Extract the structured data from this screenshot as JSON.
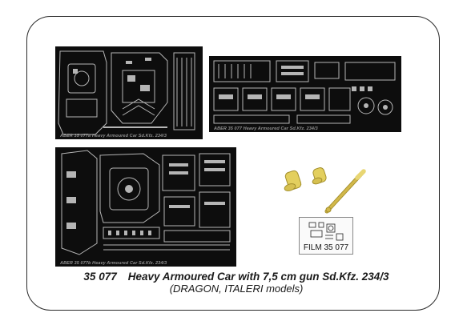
{
  "frets": {
    "a": {
      "label": "ABER   35 077a   Heavy Armoured Car Sd.Kfz. 234/3"
    },
    "b": {
      "label": "ABER   35 077   Heavy Armoured Car Sd.Kfz. 234/3"
    },
    "c": {
      "label": "ABER   35 077b   Heavy Armoured Car Sd.Kfz. 234/3"
    }
  },
  "film": {
    "label": "FILM 35 077"
  },
  "caption": {
    "code": "35 077",
    "title": "Heavy Armoured Car with 7,5 cm gun Sd.Kfz. 234/3",
    "subtitle": "(DRAGON, ITALERI models)"
  },
  "colors": {
    "fret_background": "#0d0d0d",
    "etched_parts": "#b5b5b5",
    "resin": "#e3cf5e",
    "barrel": "#d2b84a"
  }
}
